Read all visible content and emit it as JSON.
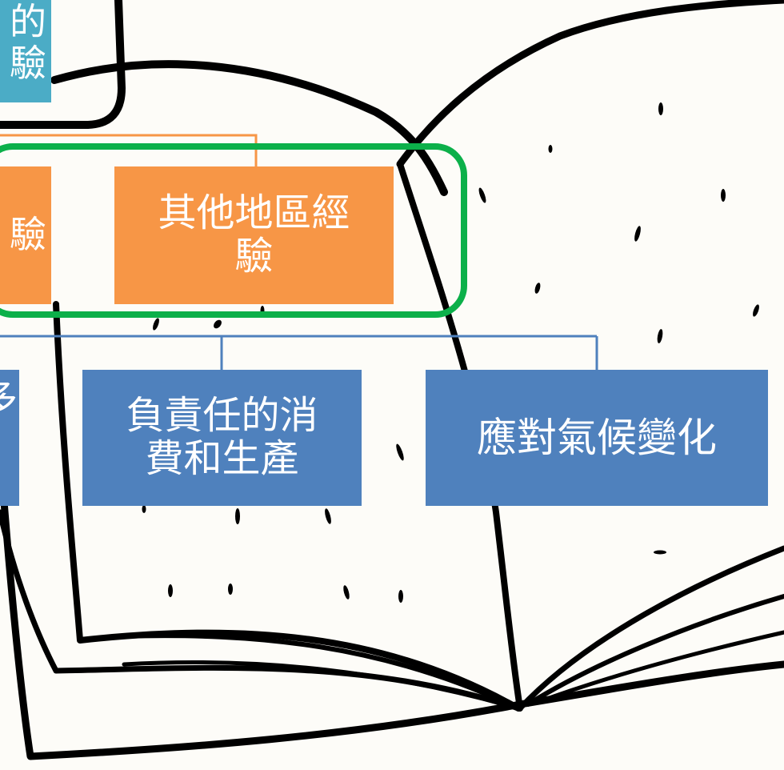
{
  "colors": {
    "page": "#FDFCF8",
    "ink": "#000000",
    "teal_box": "#4BACC6",
    "orange_box": "#F79646",
    "blue_box": "#4F81BD",
    "orange_connector": "#F79646",
    "blue_connector": "#4F81BD",
    "highlight_frame": "#0CB04A"
  },
  "boxes": {
    "teal_partial": "的\n驗",
    "orange_left_partial": "驗",
    "other_region": "其他地區經\n驗",
    "blue_left_partial": "多",
    "responsible_consumption": "負責任的消\n費和生產",
    "climate_action": "應對氣候變化"
  }
}
